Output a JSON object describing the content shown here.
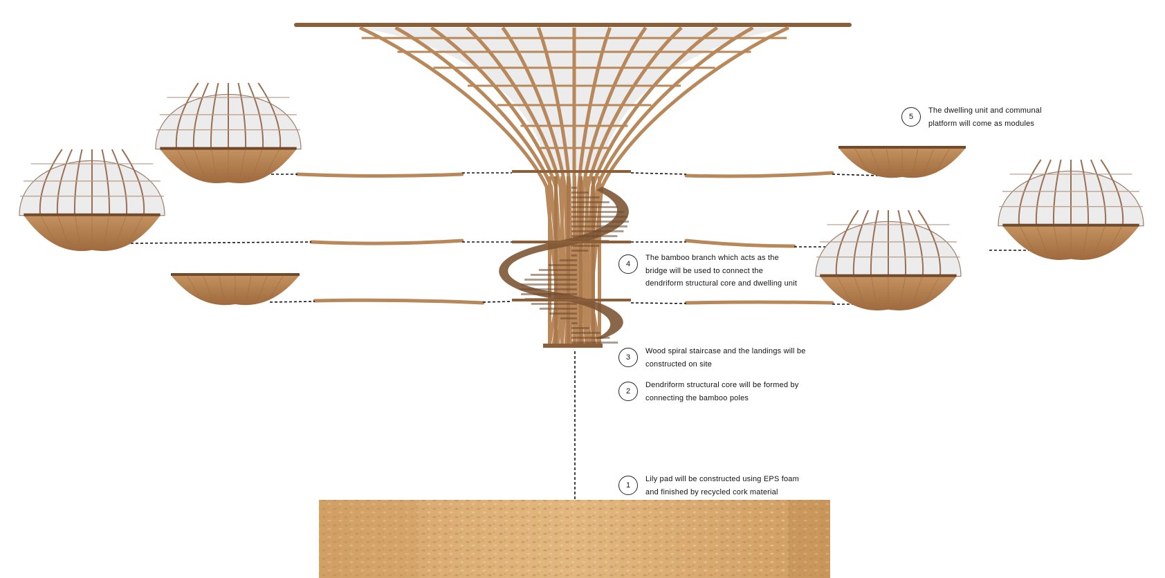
{
  "palette": {
    "bamboo": "#b8875a",
    "bamboo_dark": "#8a5f3a",
    "bowl": "#b07a4b",
    "glass": "#ececec",
    "cork": "#d9ad74",
    "dash": "#111111"
  },
  "annotations": [
    {
      "number": "5",
      "lines": [
        "The dwelling unit and communal",
        "platform will come as modules"
      ]
    },
    {
      "number": "4",
      "lines": [
        "The bamboo branch which acts as the",
        "bridge will be used to connect  the",
        "dendriform structural core and dwelling unit"
      ]
    },
    {
      "number": "3",
      "lines": [
        "Wood spiral staircase and the landings will be",
        "constructed on site"
      ]
    },
    {
      "number": "2",
      "lines": [
        "Dendriform structural core will be formed by",
        "connecting the bamboo poles"
      ]
    },
    {
      "number": "1",
      "lines": [
        "Lily pad will be constructed using EPS foam",
        "and finished by recycled cork material"
      ]
    }
  ]
}
